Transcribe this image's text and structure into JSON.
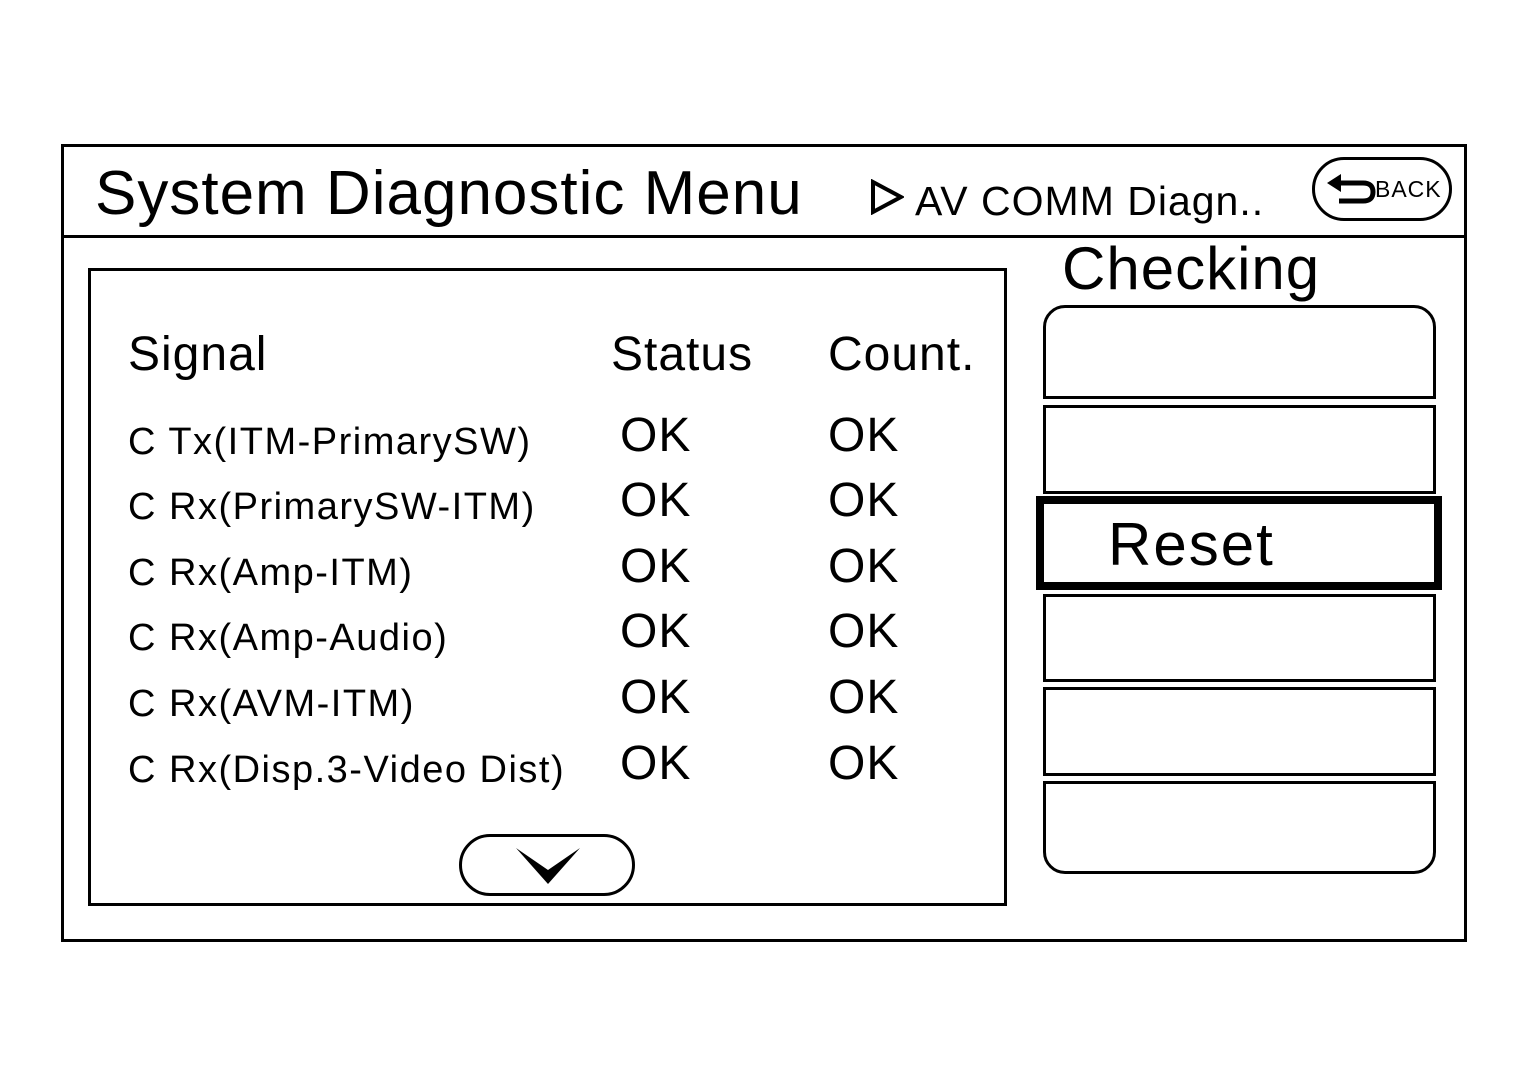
{
  "header": {
    "title": "System Diagnostic Menu",
    "breadcrumb": "AV COMM Diagn..",
    "back_label": "BACK",
    "breadcrumb_icon": "play-triangle-icon",
    "back_icon": "return-arrow-icon"
  },
  "table": {
    "columns": [
      "Signal",
      "Status",
      "Count."
    ],
    "rows": [
      {
        "signal": "C Tx(ITM-PrimarySW)",
        "status": "OK",
        "count": "OK"
      },
      {
        "signal": "C Rx(PrimarySW-ITM)",
        "status": "OK",
        "count": "OK"
      },
      {
        "signal": "C Rx(Amp-ITM)",
        "status": "OK",
        "count": "OK"
      },
      {
        "signal": "C Rx(Amp-Audio)",
        "status": "OK",
        "count": "OK"
      },
      {
        "signal": "C Rx(AVM-ITM)",
        "status": "OK",
        "count": "OK"
      },
      {
        "signal": "C Rx(Disp.3-Video Dist)",
        "status": "OK",
        "count": "OK"
      }
    ],
    "scroll_icon": "chevron-down-icon"
  },
  "side": {
    "title": "Checking",
    "buttons": [
      "",
      "",
      "Reset",
      "",
      "",
      ""
    ]
  },
  "colors": {
    "ink": "#000000",
    "background": "#ffffff"
  }
}
